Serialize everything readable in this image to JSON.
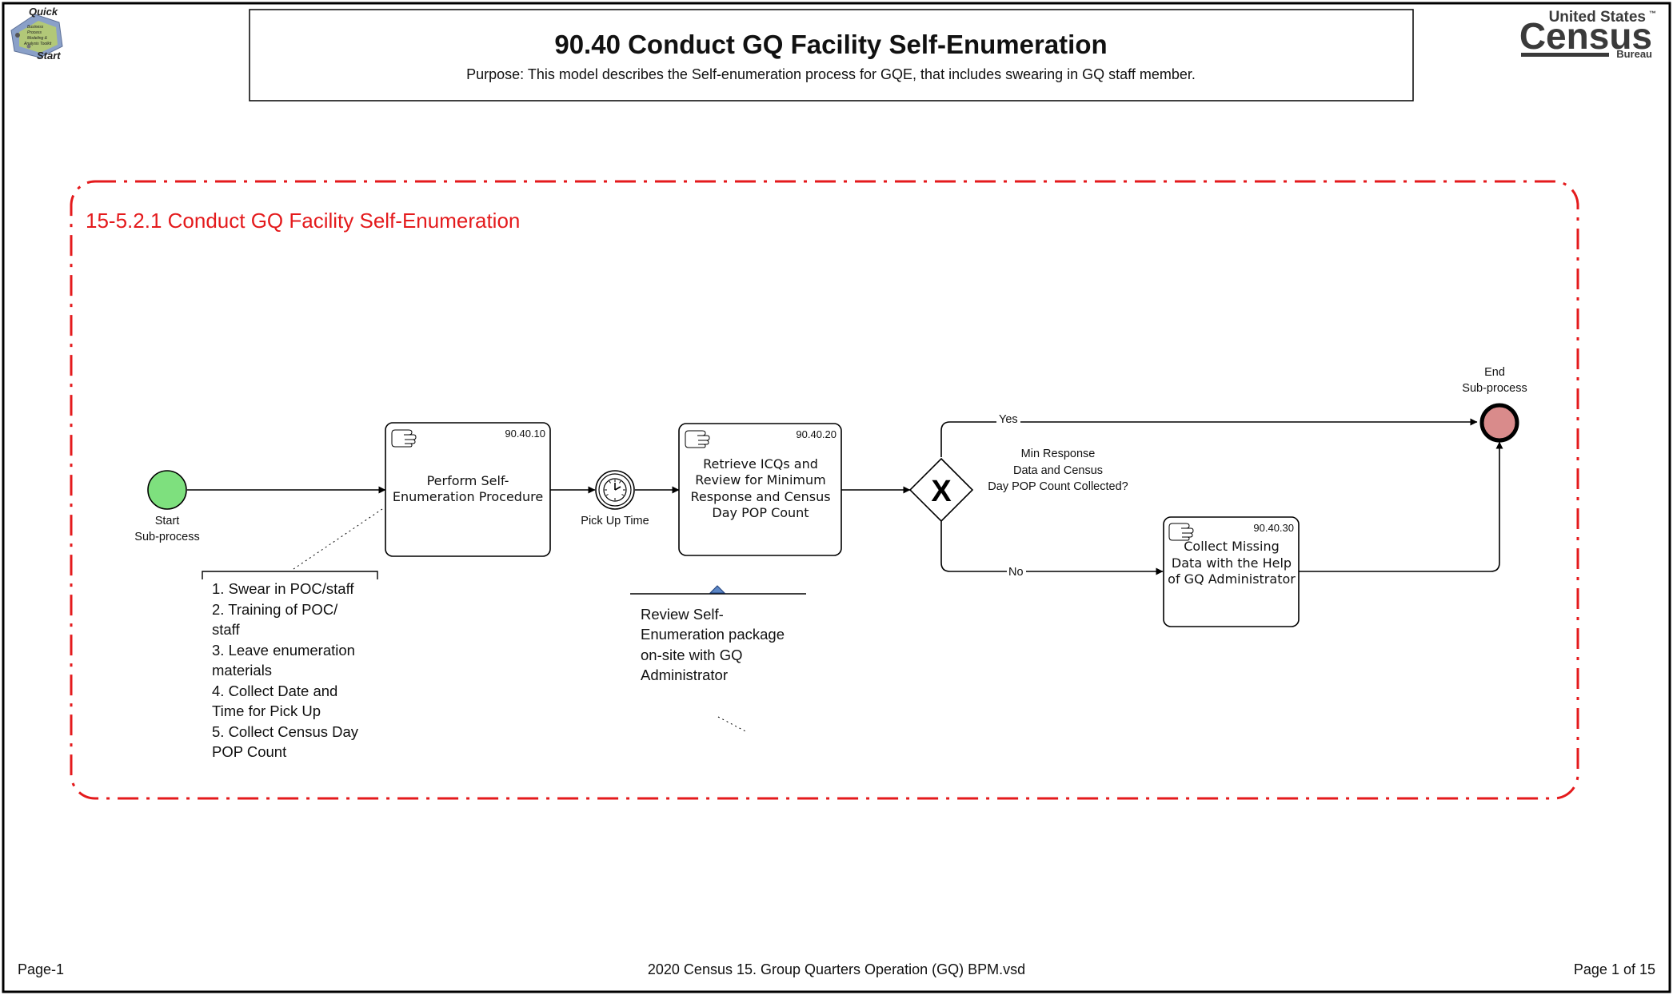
{
  "header": {
    "title": "90.40 Conduct GQ Facility Self-Enumeration",
    "purpose": "Purpose: This model describes the Self-enumeration process for GQE, that includes swearing in GQ staff member."
  },
  "logos": {
    "quick_start": {
      "top": "Quick",
      "bottom": "Start",
      "small_lines": [
        "Business",
        "Process",
        "Modeling &",
        "Analysis Toolkit"
      ]
    },
    "census": {
      "line1": "United States",
      "trademark": "™",
      "line2": "Census",
      "line3": "Bureau"
    }
  },
  "subprocess": {
    "label": "15-5.2.1 Conduct GQ Facility Self-Enumeration",
    "border_color": "#e41a1c"
  },
  "events": {
    "start": {
      "lines": [
        "Start",
        "Sub-process"
      ],
      "color": "#7ee07e"
    },
    "end": {
      "lines": [
        "End",
        "Sub-process"
      ],
      "color": "#d98b8b"
    },
    "timer": {
      "label": "Pick Up Time"
    }
  },
  "tasks": [
    {
      "id": "90.40.10",
      "lines": [
        "Perform Self-",
        "Enumeration Procedure"
      ]
    },
    {
      "id": "90.40.20",
      "lines": [
        "Retrieve ICQs and",
        "Review for Minimum",
        "Response and Census",
        "Day POP Count"
      ]
    },
    {
      "id": "90.40.30",
      "lines": [
        "Collect Missing",
        "Data with the Help",
        "of GQ Administrator"
      ]
    }
  ],
  "gateway": {
    "symbol": "X",
    "question": [
      "Min Response",
      "Data and Census",
      "Day POP Count Collected?"
    ],
    "yes_label": "Yes",
    "no_label": "No"
  },
  "annotations": {
    "procedure_steps": [
      "1. Swear in POC/staff",
      "2. Training of POC/",
      "staff",
      "3. Leave enumeration",
      "materials",
      "4. Collect Date and",
      "Time for Pick Up",
      "5. Collect Census Day",
      "POP Count"
    ],
    "review_note": [
      "Review Self-",
      "Enumeration package",
      "on-site with GQ",
      "Administrator"
    ]
  },
  "footer": {
    "left": "Page-1",
    "center": "2020 Census 15. Group Quarters Operation (GQ) BPM.vsd",
    "right": "Page 1 of 15"
  }
}
